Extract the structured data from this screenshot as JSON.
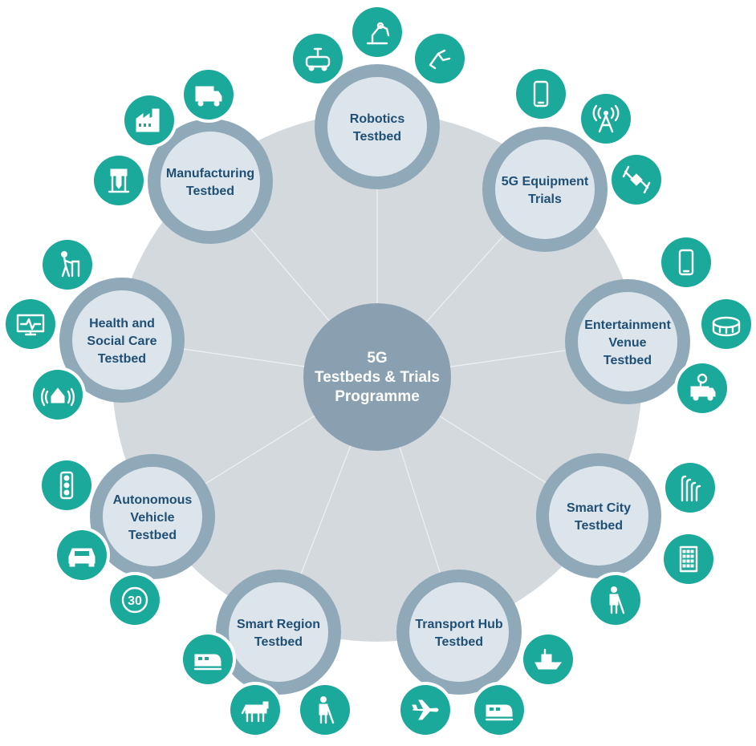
{
  "center": {
    "lines": [
      "5G",
      "Testbeds & Trials",
      "Programme"
    ]
  },
  "colors": {
    "big_circle": "#d3d9dd",
    "ring": "#8fa9b9",
    "node_fill": "#dde5ec",
    "center_fill": "#8aa0b1",
    "icon_fill": "#1aa99a",
    "label": "#1f4f74",
    "spoke": "#eef1f3"
  },
  "nodes": [
    {
      "id": "robotics",
      "lines": [
        "Robotics",
        "Testbed"
      ],
      "icons": [
        "remote-control-car-icon",
        "robot-arm-icon",
        "gripper-icon"
      ]
    },
    {
      "id": "5g-equipment",
      "lines": [
        "5G Equipment",
        "Trials"
      ],
      "icons": [
        "smartphone-icon",
        "antenna-mast-icon",
        "satellite-icon"
      ]
    },
    {
      "id": "entertainment-venue",
      "lines": [
        "Entertainment",
        "Venue",
        "Testbed"
      ],
      "icons": [
        "smartphone-icon",
        "stadium-icon",
        "broadcast-van-icon"
      ]
    },
    {
      "id": "smart-city",
      "lines": [
        "Smart City",
        "Testbed"
      ],
      "icons": [
        "lamp-posts-icon",
        "office-building-icon",
        "visually-impaired-person-icon"
      ]
    },
    {
      "id": "transport-hub",
      "lines": [
        "Transport Hub",
        "Testbed"
      ],
      "icons": [
        "ship-icon",
        "train-icon",
        "airplane-icon"
      ]
    },
    {
      "id": "smart-region",
      "lines": [
        "Smart Region",
        "Testbed"
      ],
      "icons": [
        "train-icon",
        "cow-icon",
        "visually-impaired-person-icon"
      ]
    },
    {
      "id": "autonomous-vehicle",
      "lines": [
        "Autonomous",
        "Vehicle",
        "Testbed"
      ],
      "icons": [
        "traffic-light-icon",
        "car-icon",
        "speed-limit-30-icon"
      ]
    },
    {
      "id": "health-social-care",
      "lines": [
        "Health and",
        "Social Care",
        "Testbed"
      ],
      "icons": [
        "walking-frame-icon",
        "heart-monitor-icon",
        "connected-home-icon"
      ]
    },
    {
      "id": "manufacturing",
      "lines": [
        "Manufacturing",
        "Testbed"
      ],
      "icons": [
        "truck-icon",
        "factory-icon",
        "machine-tool-icon"
      ]
    }
  ],
  "badges": {
    "speed_limit": "30"
  }
}
